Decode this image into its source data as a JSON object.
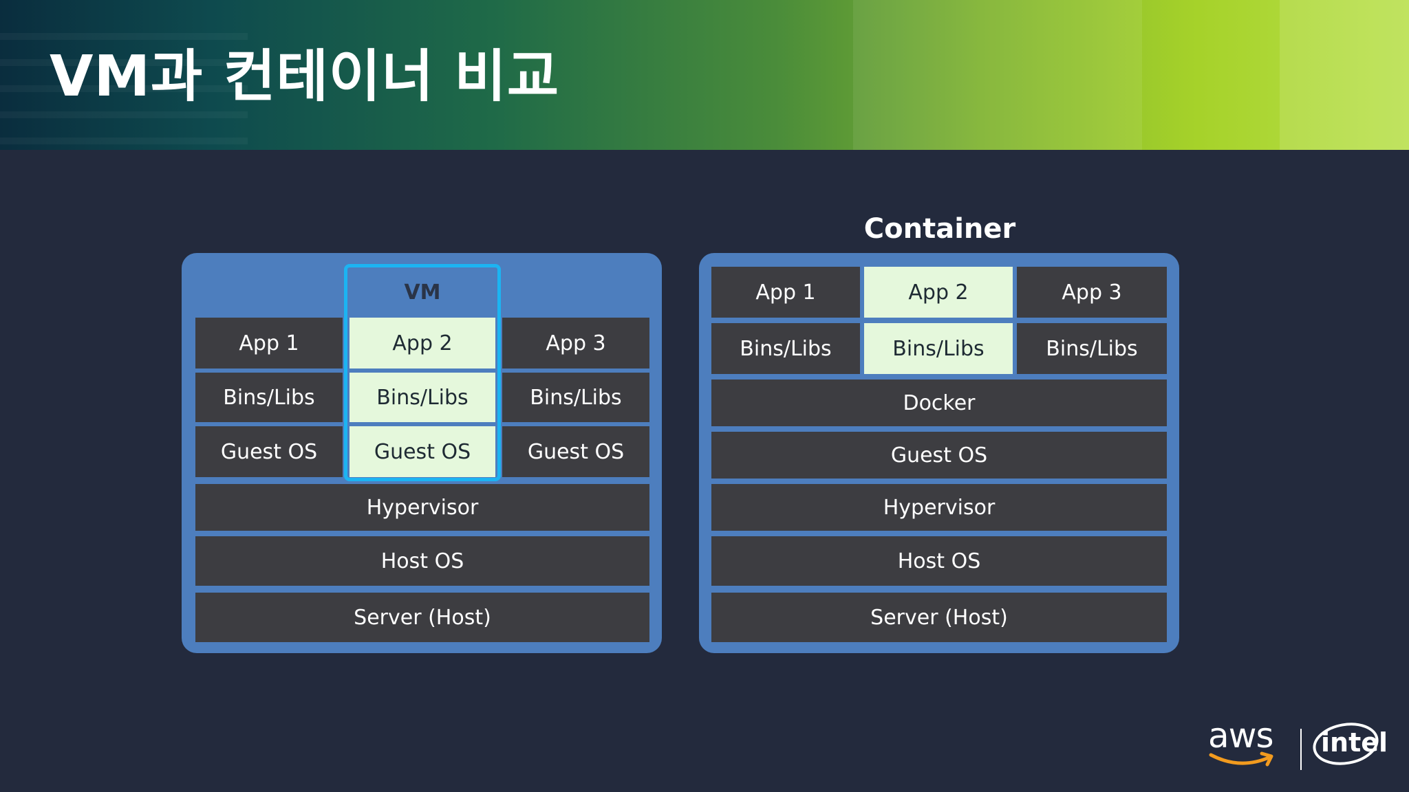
{
  "slide": {
    "title": "VM과 컨테이너 비교"
  },
  "vm": {
    "frame_label": "VM",
    "apps": [
      "App 1",
      "App 2",
      "App 3"
    ],
    "libs": [
      "Bins/Libs",
      "Bins/Libs",
      "Bins/Libs"
    ],
    "guests": [
      "Guest OS",
      "Guest OS",
      "Guest OS"
    ],
    "hypervisor": "Hypervisor",
    "host_os": "Host OS",
    "server": "Server (Host)"
  },
  "container": {
    "title": "Container",
    "apps": [
      "App 1",
      "App 2",
      "App 3"
    ],
    "libs": [
      "Bins/Libs",
      "Bins/Libs",
      "Bins/Libs"
    ],
    "docker": "Docker",
    "guest_os": "Guest OS",
    "hypervisor": "Hypervisor",
    "host_os": "Host OS",
    "server": "Server (Host)"
  },
  "logos": {
    "aws": "aws",
    "intel": "intel"
  },
  "colors": {
    "background": "#232a3d",
    "panel": "#4d7ebe",
    "cell": "#3d3d41",
    "highlight": "#e5f8dc",
    "vm_frame": "#1cb4f2",
    "aws_smile": "#f29b1f"
  }
}
